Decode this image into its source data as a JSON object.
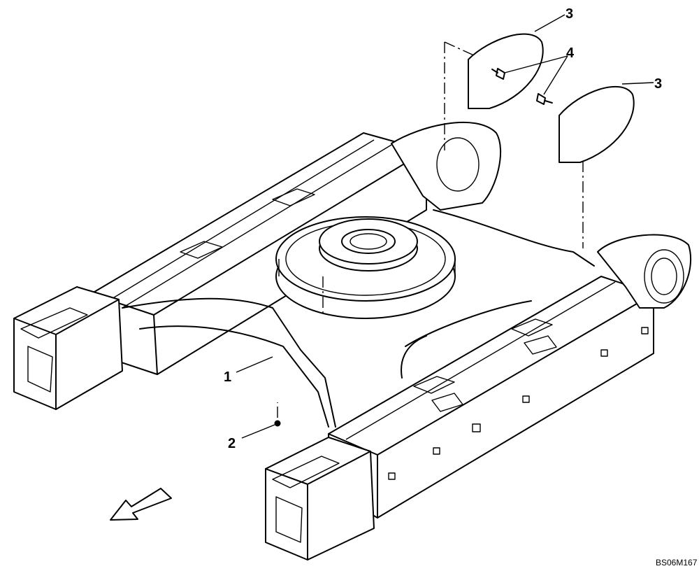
{
  "diagram": {
    "drawing_code": "BS06M167",
    "callouts": [
      {
        "id": "c1",
        "label": "1"
      },
      {
        "id": "c2",
        "label": "2"
      },
      {
        "id": "c3a",
        "label": "3"
      },
      {
        "id": "c3b",
        "label": "3"
      },
      {
        "id": "c4",
        "label": "4"
      }
    ],
    "icons": {
      "frame": "undercarriage-frame-drawing",
      "direction": "front-direction-arrow-icon"
    }
  }
}
